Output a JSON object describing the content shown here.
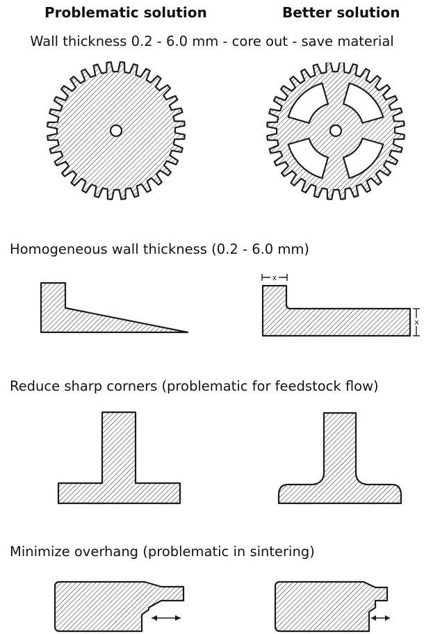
{
  "headers": {
    "left": "Problematic solution",
    "right": "Better solution"
  },
  "sections": [
    {
      "caption": "Wall thickness 0.2 - 6.0 mm - core out - save material"
    },
    {
      "caption": "Homogeneous wall thickness (0.2 - 6.0 mm)"
    },
    {
      "caption": "Reduce sharp corners (problematic for feedstock flow)"
    },
    {
      "caption": "Minimize overhang (problematic in sintering)"
    }
  ],
  "dimension_label": "x",
  "colors": {
    "outline": "#1a1a1a",
    "hatch": "#1a1a1a",
    "background": "#ffffff"
  }
}
